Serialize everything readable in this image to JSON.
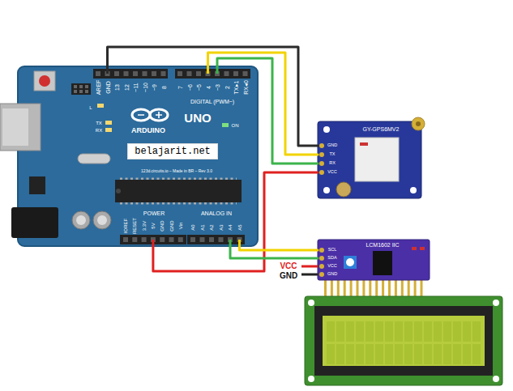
{
  "diagram": {
    "nodes": [
      {
        "text": [
          "ARDUINO",
          "UNO"
        ]
      },
      {
        "text": [
          "belajarit.net"
        ],
        "in": 0
      },
      {
        "text": [
          "GY-GPS6MV2"
        ]
      },
      {
        "text": [
          "LCM1602 IIC"
        ]
      }
    ],
    "edges": [
      {
        "from": 0,
        "to": 2,
        "arrow": "none"
      },
      {
        "from": 0,
        "to": 2,
        "arrow": "none"
      },
      {
        "from": 0,
        "to": 2,
        "arrow": "none"
      },
      {
        "from": 0,
        "to": 2,
        "arrow": "none"
      },
      {
        "from": 0,
        "to": 3,
        "arrow": "none"
      },
      {
        "from": 0,
        "to": 3,
        "arrow": "none"
      }
    ],
    "labels": [
      "AREF",
      "GND",
      "13",
      "12",
      "~11",
      "~10",
      "~9",
      "8",
      "7",
      "~6",
      "~5",
      "4",
      "~3",
      "2",
      "TX▸1",
      "RX◂0",
      "DIGITAL (PWM~)",
      "L",
      "TX",
      "RX",
      "ON",
      "123d.circuits.io – Made in BR – Rev 3.0",
      "IOREF",
      "RESET",
      "3.3V",
      "5V",
      "GND",
      "GND",
      "Vin",
      "POWER",
      "ANALOG IN",
      "A0",
      "A1",
      "A2",
      "A3",
      "A4",
      "A5",
      "GND",
      "TX",
      "RX",
      "VCC",
      "SCL",
      "SDA",
      "VCC",
      "GND",
      "VCC",
      "GND"
    ]
  }
}
